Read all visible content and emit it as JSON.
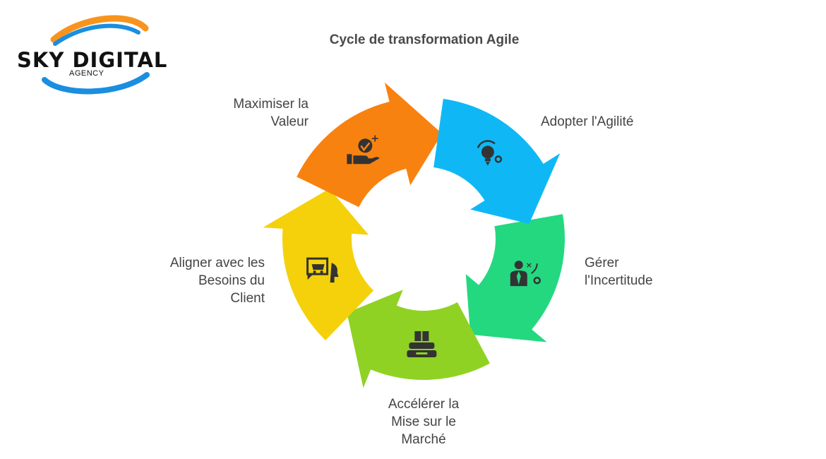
{
  "logo": {
    "name": "SKY DIGITAL",
    "tagline": "AGENCY",
    "colors": {
      "orange": "#f7941d",
      "blue": "#1a8ee0",
      "text": "#111111"
    }
  },
  "title": "Cycle de transformation Agile",
  "stages": [
    {
      "id": "adopter",
      "lines": [
        "Adopter l'Agilité"
      ],
      "color": "#0fb8f5",
      "icon": "lightbulb-idea-icon"
    },
    {
      "id": "gerer",
      "lines": [
        "Gérer",
        "l'Incertitude"
      ],
      "color": "#24d880",
      "icon": "strategy-person-icon"
    },
    {
      "id": "accelerer",
      "lines": [
        "Accélérer la",
        "Mise sur le",
        "Marché"
      ],
      "color": "#8fd224",
      "icon": "stacked-products-icon"
    },
    {
      "id": "aligner",
      "lines": [
        "Aligner avec les",
        "Besoins du",
        "Client"
      ],
      "color": "#f4d10b",
      "icon": "customer-cart-icon"
    },
    {
      "id": "maximiser",
      "lines": [
        "Maximiser la",
        "Valeur"
      ],
      "color": "#f8820f",
      "icon": "hand-value-icon"
    }
  ]
}
